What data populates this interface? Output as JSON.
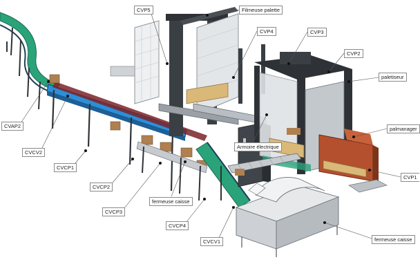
{
  "labels": {
    "cvp5": "CVP5",
    "filmeuse_palette": "Filmeuse palette",
    "cvp4": "CVP4",
    "cvp3": "CVP3",
    "cvp2": "CVP2",
    "paletiseur": "paletiseur",
    "palmanager": "palmanager",
    "cvp1_right": "CVP1",
    "armoire_electrique": "Armoire électrique",
    "cvap2": "CVAP2",
    "cvcv2": "CVCV2",
    "cvcp1": "CVCP1",
    "cvcp2": "CVCP2",
    "cvcp3": "CVCP3",
    "fermeuse_caisse_mid": "fermeuse caisse",
    "cvcp4": "CVCP4",
    "cvcv1": "CVCV1",
    "fermeuse_caisse_right": "fermeuse caisse"
  },
  "colors": {
    "belt_green": "#2aa37a",
    "belt_blue": "#2c8fd8",
    "frame_dark": "#2e3236",
    "guard_grey": "#9ea4aa",
    "palmanager_red": "#b5502e",
    "machine_light": "#d7d9db",
    "pallet_wood": "#d9b878",
    "box_brown": "#b08050"
  }
}
